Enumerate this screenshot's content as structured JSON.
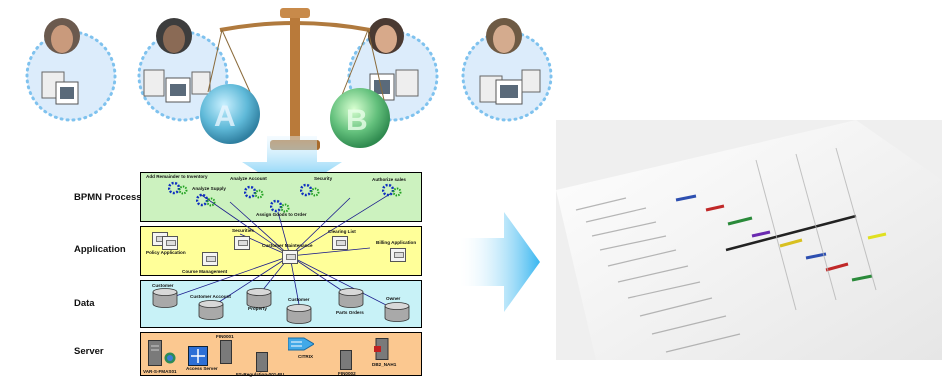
{
  "layers": [
    {
      "key": "bpmn",
      "label": "BPMN Process",
      "color": "#ccf2bf"
    },
    {
      "key": "application",
      "label": "Application",
      "color": "#ffff99"
    },
    {
      "key": "data",
      "label": "Data",
      "color": "#c8f2f7"
    },
    {
      "key": "server",
      "label": "Server",
      "color": "#fbc890"
    }
  ],
  "bpmn": {
    "items": [
      "Add Remainder to Inventory",
      "Analyze Supply",
      "Analyze Account",
      "Security",
      "Authorize sales",
      "Assign Goods to Order"
    ]
  },
  "application": {
    "items": [
      "Policy Application",
      "Securities",
      "Customer Maintenance",
      "Clearing List",
      "Billing Application",
      "Course Management"
    ]
  },
  "data": {
    "items": [
      "Customer",
      "Customer Account",
      "Property",
      "Customer",
      "Parts Orders",
      "Owner"
    ]
  },
  "server": {
    "items": [
      "VAR-S-FMAS01",
      "Access Server",
      "FIN0001",
      "FS-Regulation-001-PU",
      "CITRIX",
      "FIN0002",
      "DB2_NAH1"
    ]
  },
  "scale_letters": {
    "left": "A",
    "right": "B"
  },
  "colors": {
    "bubble": "#cfe7fa",
    "dots": "#8cc8f0",
    "arrow": "#4fc3f7"
  }
}
